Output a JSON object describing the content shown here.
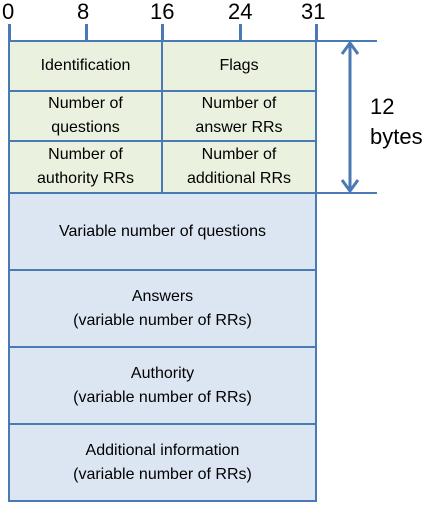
{
  "bit_positions": [
    "0",
    "8",
    "16",
    "24",
    "31"
  ],
  "header_rows": [
    {
      "left": [
        "Identification"
      ],
      "right": [
        "Flags"
      ]
    },
    {
      "left": [
        "Number of",
        "questions"
      ],
      "right": [
        "Number of",
        "answer RRs"
      ]
    },
    {
      "left": [
        "Number of",
        "authority RRs"
      ],
      "right": [
        "Number of",
        "additional RRs"
      ]
    }
  ],
  "sections": [
    [
      "Variable number of questions"
    ],
    [
      "Answers",
      "(variable number of RRs)"
    ],
    [
      "Authority",
      "(variable number of RRs)"
    ],
    [
      "Additional information",
      "(variable number of RRs)"
    ]
  ],
  "header_size": [
    "12",
    "bytes"
  ],
  "colors": {
    "header_fill": "#ebf1df",
    "body_fill": "#dce6f2",
    "border": "#4a7ab5"
  }
}
